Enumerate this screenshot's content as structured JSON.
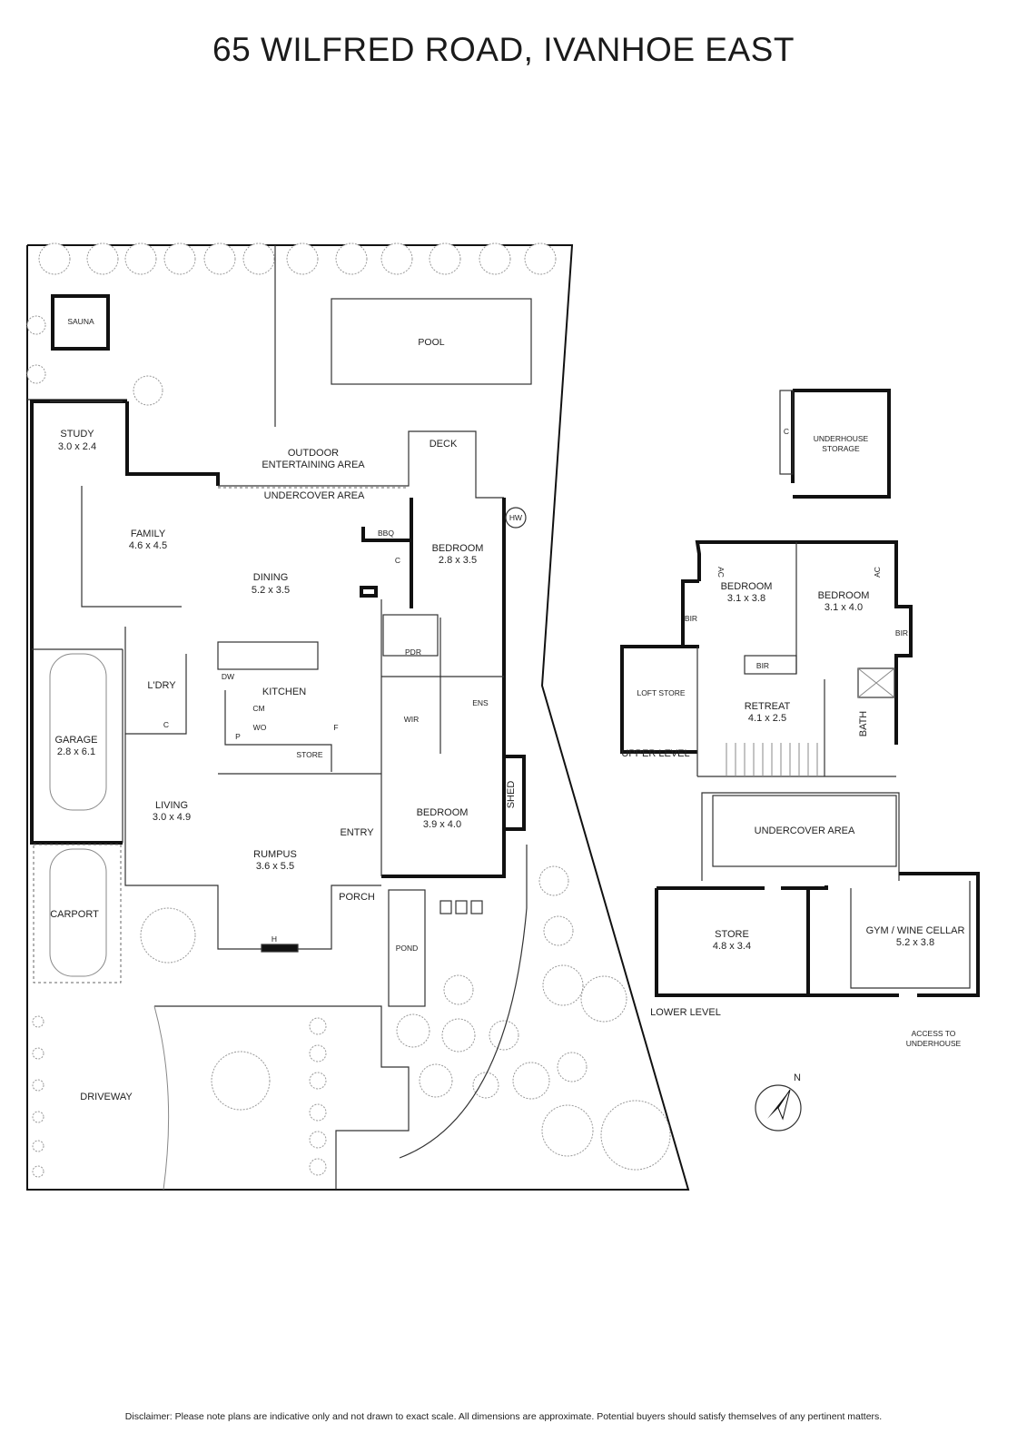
{
  "title": "65 WILFRED ROAD, IVANHOE EAST",
  "disclaimer": "Disclaimer: Please note plans are indicative only and not drawn to exact scale. All dimensions are approximate. Potential buyers should satisfy themselves of any pertinent matters.",
  "ground": {
    "sauna": "SAUNA",
    "pool": "POOL",
    "study": {
      "name": "STUDY",
      "dim": "3.0 x 2.4"
    },
    "outdoor": {
      "line1": "OUTDOOR",
      "line2": "ENTERTAINING AREA"
    },
    "deck": "DECK",
    "undercover": "UNDERCOVER AREA",
    "family": {
      "name": "FAMILY",
      "dim": "4.6 x 4.5"
    },
    "dining": {
      "name": "DINING",
      "dim": "5.2 x 3.5"
    },
    "bbq": "BBQ",
    "c1": "C",
    "hw": "HW",
    "bedroom1": {
      "name": "BEDROOM",
      "dim": "2.8 x 3.5"
    },
    "pdr": "PDR",
    "dw": "DW",
    "ldry": "L'DRY",
    "kitchen": "KITCHEN",
    "cm": "CM",
    "wo": "WO",
    "p": "P",
    "f": "F",
    "c2": "C",
    "store": "STORE",
    "wir": "WIR",
    "ens": "ENS",
    "garage": {
      "name": "GARAGE",
      "dim": "2.8 x 6.1"
    },
    "living": {
      "name": "LIVING",
      "dim": "3.0 x 4.9"
    },
    "bedroom2": {
      "name": "BEDROOM",
      "dim": "3.9 x 4.0"
    },
    "shed": "SHED",
    "entry": "ENTRY",
    "rumpus": {
      "name": "RUMPUS",
      "dim": "3.6 x 5.5"
    },
    "porch": "PORCH",
    "h": "H",
    "carport": "CARPORT",
    "pond": "POND",
    "driveway": "DRIVEWAY"
  },
  "underhouse": {
    "c": "C",
    "line1": "UNDERHOUSE",
    "line2": "STORAGE"
  },
  "upper": {
    "bedroom1": {
      "name": "BEDROOM",
      "dim": "3.1 x 3.8"
    },
    "bedroom2": {
      "name": "BEDROOM",
      "dim": "3.1 x 4.0"
    },
    "ac": "AC",
    "bir": "BIR",
    "loft": "LOFT STORE",
    "retreat": {
      "name": "RETREAT",
      "dim": "4.1 x 2.5"
    },
    "bath": "BATH",
    "label": "UPPER LEVEL"
  },
  "lower": {
    "undercover": "UNDERCOVER AREA",
    "store": {
      "name": "STORE",
      "dim": "4.8 x 3.4"
    },
    "gym": {
      "name": "GYM / WINE CELLAR",
      "dim": "5.2 x 3.8"
    },
    "label": "LOWER LEVEL",
    "access1": "ACCESS TO",
    "access2": "UNDERHOUSE"
  },
  "compass": "N"
}
